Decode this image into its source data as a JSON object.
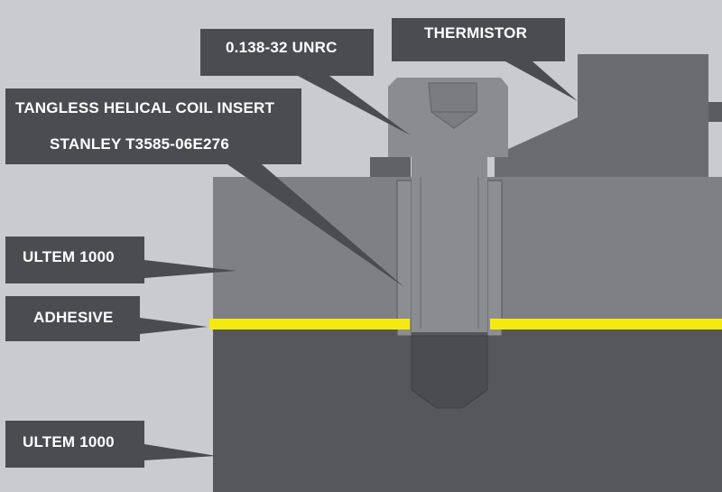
{
  "labels": {
    "screw_thread": "0.138-32 UNRC",
    "thermistor": "THERMISTOR",
    "insert_name": "TANGLESS HELICAL COIL INSERT",
    "insert_part": "STANLEY T3585-06E276",
    "upper_material": "ULTEM 1000",
    "adhesive": "ADHESIVE",
    "lower_material": "ULTEM 1000"
  },
  "colors": {
    "background": "#c9cbcf",
    "upper_block": "#7a7c80",
    "lower_block": "#55575b",
    "bolt": "#8a8c90",
    "thermistor": "#6a6c70",
    "adhesive": "#f4ea12",
    "callout": "#4a4c50"
  }
}
